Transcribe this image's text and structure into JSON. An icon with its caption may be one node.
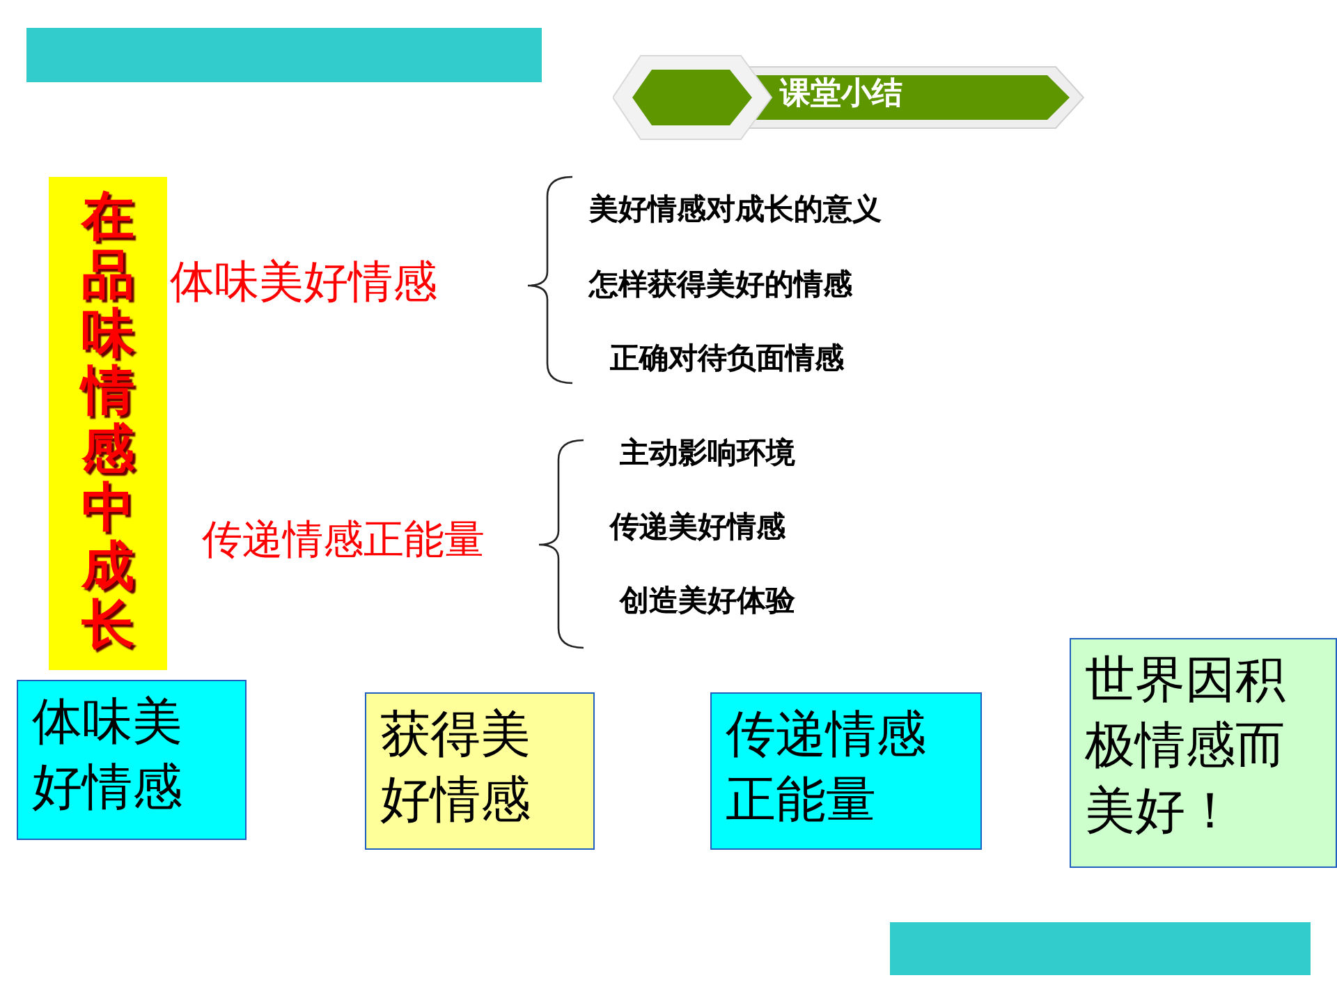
{
  "diagram": {
    "nodes": [
      {
        "text": [
          "课堂小结"
        ]
      },
      {
        "text": [
          "在品味情感中成长"
        ]
      },
      {
        "text": [
          "体味美好情感"
        ]
      },
      {
        "text": [
          "获得美好情感"
        ]
      },
      {
        "text": [
          "传递情感正能量"
        ]
      },
      {
        "text": [
          "世界因积极情感而美好！"
        ]
      }
    ],
    "labels": [
      "体味美好情感",
      "美好情感对成长的意义",
      "怎样获得美好的情感",
      "正确对待负面情感",
      "传递情感正能量",
      "主动影响环境",
      "传递美好情感",
      "创造美好体验"
    ]
  }
}
